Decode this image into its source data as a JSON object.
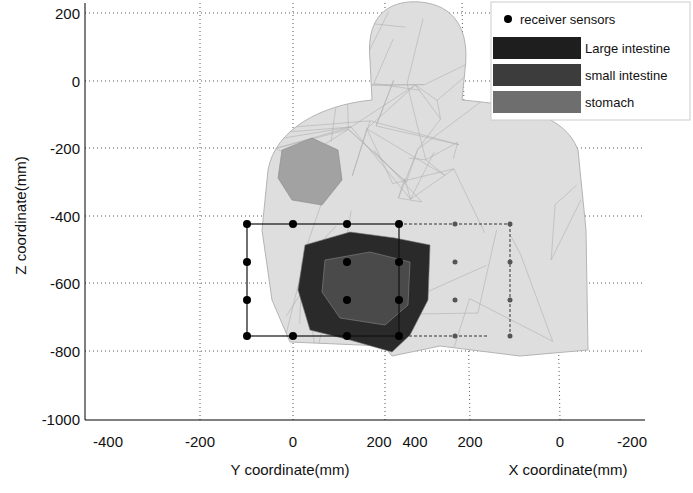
{
  "diagram": {
    "labels": [
      "200",
      "0",
      "-200",
      "-400",
      "-600",
      "-800",
      "-1000",
      "-400",
      "-200",
      "0",
      "200",
      "400",
      "200",
      "0",
      "-200",
      "Z coordinate(mm)",
      "Y coordinate(mm)",
      "X coordinate(mm)"
    ],
    "legend": [
      {
        "text": "receiver sensors"
      },
      {
        "text": "Large intestine",
        "color": "#1e1e1e"
      },
      {
        "text": "small intestine",
        "color": "#3c3c3c"
      },
      {
        "text": "stomach",
        "color": "#6e6e6e"
      }
    ]
  }
}
